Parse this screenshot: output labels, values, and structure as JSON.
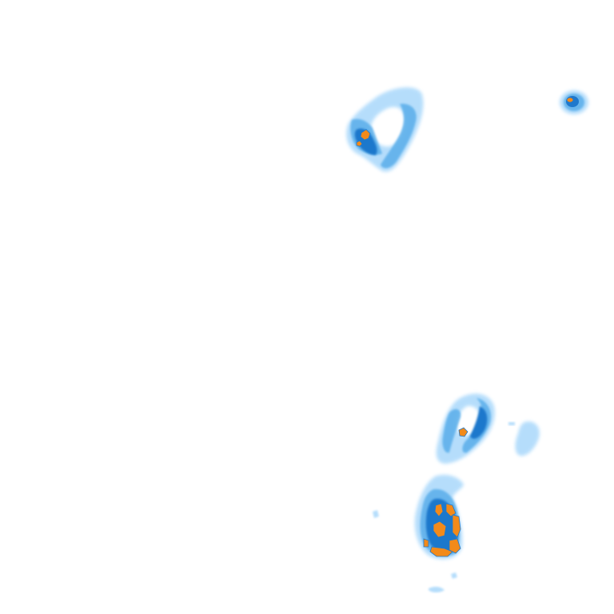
{
  "map": {
    "type": "precipitation-radar",
    "background_color": "#ffffff",
    "palette": {
      "light": "#a9d8fb",
      "medium": "#5aaeea",
      "heavy": "#1f78cc",
      "intense": "#f28a1a"
    },
    "cells": [
      {
        "id": "cell-north-ring"
      },
      {
        "id": "cell-north-east"
      },
      {
        "id": "cell-south-ring"
      },
      {
        "id": "cell-south-core"
      },
      {
        "id": "cell-east-small"
      }
    ]
  }
}
